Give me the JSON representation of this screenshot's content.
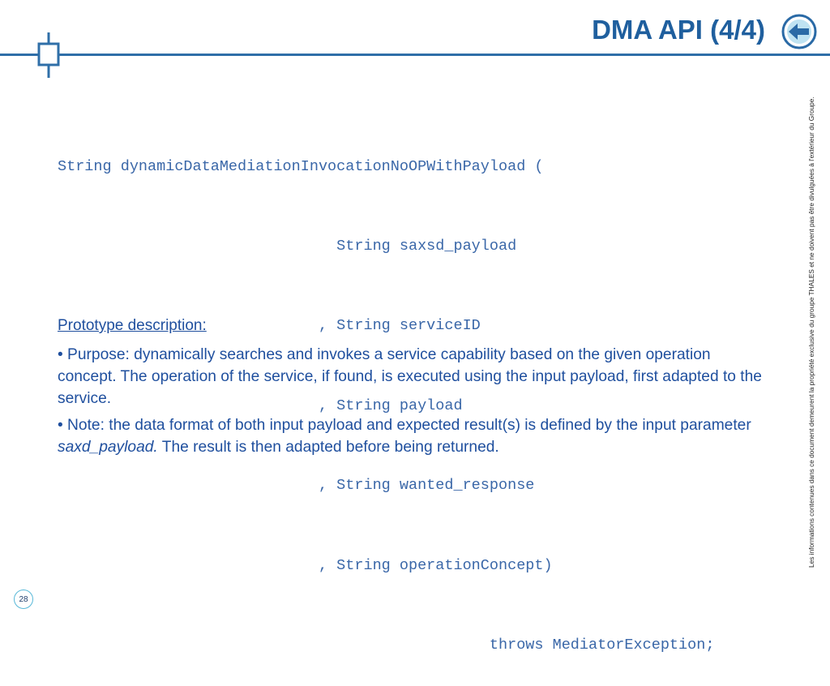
{
  "slide": {
    "title": "DMA API (4/4)",
    "page_number": "28"
  },
  "code": {
    "lines": [
      "String dynamicDataMediationInvocationNoOPWithPayload (",
      "                               String saxsd_payload",
      "                             , String serviceID",
      "                             , String payload",
      "                             , String wanted_response",
      "                             , String operationConcept)",
      "                                                throws MediatorException;"
    ]
  },
  "description": {
    "heading": "Prototype description:",
    "purpose": "•  Purpose: dynamically searches and invokes a service capability based on the given operation concept. The operation of the service, if found, is executed using the input payload, first adapted to the service.",
    "note_prefix": "• Note: the data format of both input payload and expected result(s) is defined by the input parameter ",
    "note_param": "saxd_payload.",
    "note_suffix": " The result is then adapted before being returned."
  },
  "footer": {
    "confidentiality": "Les informations contenues dans ce document demeurent la propriété exclusive du groupe THALES et ne doivent pas être divulguées à l'extérieur du Groupe."
  },
  "icons": {
    "back": "back-arrow-icon",
    "crosshair": "crosshair-mark-icon"
  },
  "colors": {
    "title": "#1f5f9e",
    "rule": "#2f6fa8",
    "code": "#3a67a8",
    "body_text": "#1f4f9e",
    "page_circle": "#58b8d8"
  }
}
